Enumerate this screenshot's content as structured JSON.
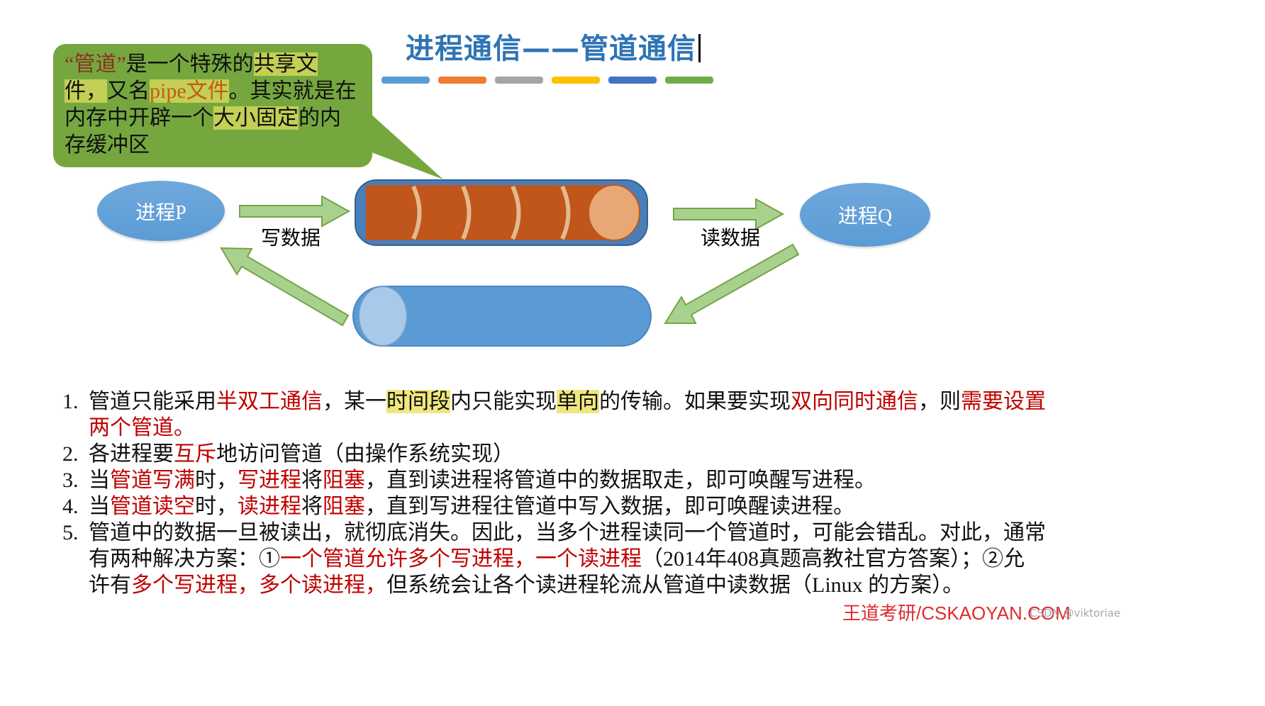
{
  "page": {
    "title": "进程通信——管道通信"
  },
  "colors": {
    "title": "#2E74B5",
    "emphasis_red": "#C00000",
    "highlight_yellow": "#EFE77E",
    "callout_bg": "#76A73F",
    "callout_highlight": "#C3CF55",
    "node_fill": "#5B9BD5",
    "arrow_fill": "#A9D18E",
    "arrow_stroke": "#76A348",
    "pipe_casing": "#4A7EBB",
    "pipe_segment": "#C0561B",
    "pipe_open_end": "#E8A876",
    "buffer_cylinder": "#5B9BD5",
    "buffer_end": "#A9C9EA",
    "brand_red": "#E02B2B",
    "accent_bars": [
      "#5B9BD5",
      "#ED7D31",
      "#A5A5A5",
      "#FFC000",
      "#4472C4",
      "#70AD47"
    ]
  },
  "callout": {
    "segments": [
      {
        "t": "“管道”",
        "s": "maroon"
      },
      {
        "t": "是一个特殊的",
        "s": ""
      },
      {
        "t": "共享文\n件，",
        "s": "hl"
      },
      {
        "t": "又名",
        "s": ""
      },
      {
        "t": "pipe文件",
        "s": "hl orange"
      },
      {
        "t": "。其实就是在\n内存中开辟一个",
        "s": ""
      },
      {
        "t": "大小固定",
        "s": "hl"
      },
      {
        "t": "的内\n存缓冲区",
        "s": ""
      }
    ]
  },
  "diagram": {
    "process_p": "进程P",
    "process_q": "进程Q",
    "write_label": "写数据",
    "read_label": "读数据"
  },
  "notes": {
    "items": [
      {
        "number": "1.",
        "segments": [
          {
            "t": "管道只能采用",
            "s": ""
          },
          {
            "t": "半双工通信",
            "s": "red"
          },
          {
            "t": "，某一",
            "s": ""
          },
          {
            "t": "时间段",
            "s": "hl"
          },
          {
            "t": "内只能实现",
            "s": ""
          },
          {
            "t": "单向",
            "s": "hl"
          },
          {
            "t": "的传输。如果要实现",
            "s": ""
          },
          {
            "t": "双向同时通信",
            "s": "red"
          },
          {
            "t": "，则",
            "s": ""
          },
          {
            "t": "需要设置\n两个管道。",
            "s": "red"
          }
        ]
      },
      {
        "number": "2.",
        "segments": [
          {
            "t": "各进程要",
            "s": ""
          },
          {
            "t": "互斥",
            "s": "red"
          },
          {
            "t": "地访问管道（由操作系统实现）",
            "s": ""
          }
        ]
      },
      {
        "number": "3.",
        "segments": [
          {
            "t": "当",
            "s": ""
          },
          {
            "t": "管道写满",
            "s": "red"
          },
          {
            "t": "时，",
            "s": ""
          },
          {
            "t": "写进程",
            "s": "red"
          },
          {
            "t": "将",
            "s": ""
          },
          {
            "t": "阻塞",
            "s": "red"
          },
          {
            "t": "，直到读进程将管道中的数据取走，即可唤醒写进程。",
            "s": ""
          }
        ]
      },
      {
        "number": "4.",
        "segments": [
          {
            "t": "当",
            "s": ""
          },
          {
            "t": "管道读空",
            "s": "red"
          },
          {
            "t": "时，",
            "s": ""
          },
          {
            "t": "读进程",
            "s": "red"
          },
          {
            "t": "将",
            "s": ""
          },
          {
            "t": "阻塞",
            "s": "red"
          },
          {
            "t": "，直到写进程往管道中写入数据，即可唤醒读进程。",
            "s": ""
          }
        ]
      },
      {
        "number": "5.",
        "segments": [
          {
            "t": "管道中的数据一旦被读出，就彻底消失。因此，当多个进程读同一个管道时，可能会错乱。对此，通常\n有两种解决方案：①",
            "s": ""
          },
          {
            "t": "一个管道允许多个写进程，一个读进程",
            "s": "red"
          },
          {
            "t": "（2014年408真题高教社官方答案）；②允\n许有",
            "s": ""
          },
          {
            "t": "多个写进程，多个读进程，",
            "s": "red"
          },
          {
            "t": "但系统会让各个读进程轮流从管道中读数据（Linux 的方案）。",
            "s": ""
          }
        ]
      }
    ]
  },
  "footer": {
    "brand": "王道考研/CSKAOYAN.COM",
    "watermark": "CSDN @viktoriae"
  }
}
